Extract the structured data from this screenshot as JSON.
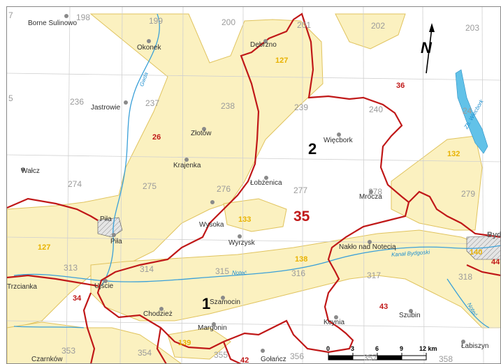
{
  "map": {
    "north_label": "N",
    "scale_bar": {
      "ticks": [
        "0",
        "3",
        "6",
        "9",
        "12 km"
      ]
    },
    "region_number_main": "35",
    "region_subzones": [
      "1",
      "2"
    ],
    "sheet_numbers": [
      "198",
      "199",
      "200",
      "201",
      "202",
      "203",
      "236",
      "237",
      "238",
      "239",
      "240",
      "24",
      "274",
      "275",
      "276",
      "277",
      "278",
      "279",
      "313",
      "314",
      "315",
      "316",
      "317",
      "318",
      "353",
      "354",
      "355",
      "356",
      "357",
      "358",
      "7",
      "5"
    ],
    "adjacent_zone_numbers": [
      "26",
      "36",
      "42",
      "43",
      "44",
      "34"
    ],
    "gzwp_numbers": [
      "127",
      "127",
      "132",
      "133",
      "138",
      "139",
      "140"
    ],
    "towns": [
      "Borne Sulinowo",
      "Okonek",
      "Dębrzno",
      "Jastrowie",
      "Złotów",
      "Więcbork",
      "Krajenka",
      "Wałcz",
      "Łobżenica",
      "Mrocza",
      "Piła",
      "Wysoka",
      "Wyrzysk",
      "Nakło nad Notecią",
      "Ujście",
      "Szamocin",
      "Chodzież",
      "Margonin",
      "Gołańcz",
      "Kcynia",
      "Szubin",
      "Łabiszyn",
      "Czarnków",
      "Trzcianka",
      "Byd"
    ],
    "rivers": [
      "Gwda",
      "Zb. Wiecbork",
      "Noteć",
      "Kanał Bydgoski",
      "Noteć"
    ],
    "colors": {
      "boundary": "#c01818",
      "yellow_fill": "#fbf1c0",
      "yellow_edge": "#e0c35e",
      "river": "#3aa0d8",
      "grid": "#d0d0d0"
    }
  }
}
